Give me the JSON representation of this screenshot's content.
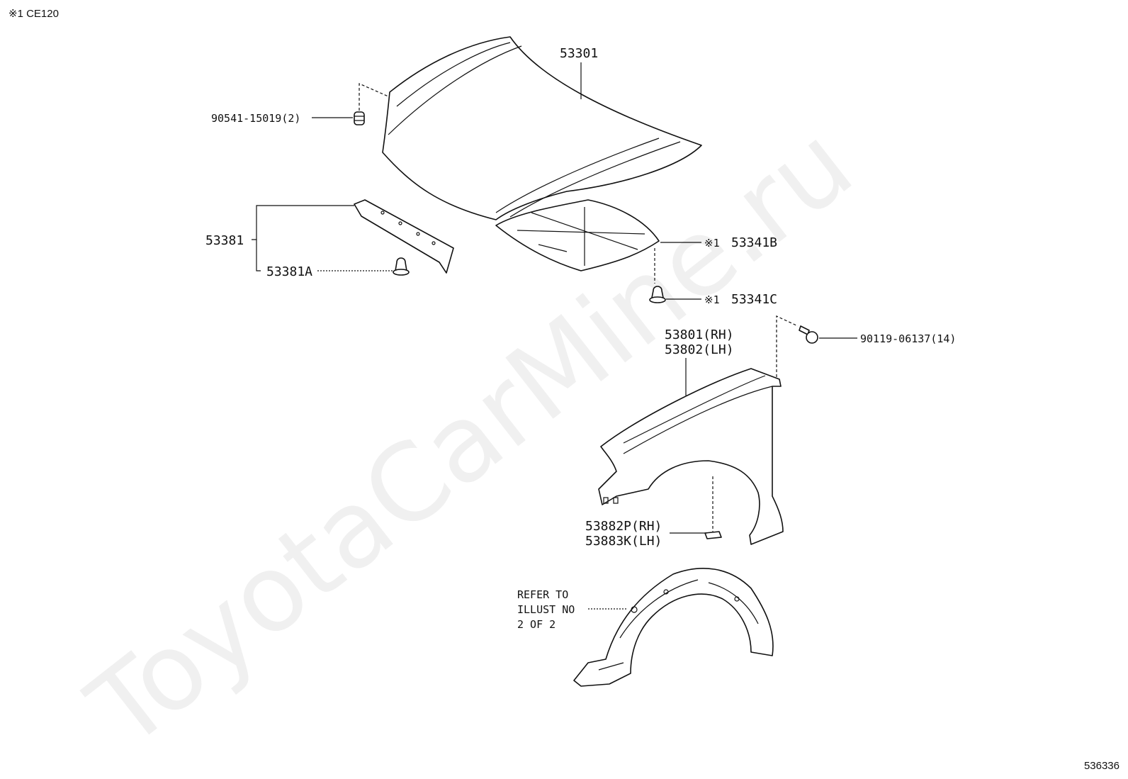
{
  "header": {
    "note": "※1 CE120"
  },
  "footer": {
    "figure_id": "536336"
  },
  "watermark": {
    "text": "ToyotaCarMine.ru"
  },
  "callouts": {
    "hood": "53301",
    "hood_cushion": "90541-15019(2)",
    "hood_seal": "53381",
    "hood_seal_clip": "53381A",
    "hood_insulator": "53341B",
    "insulator_clip": "53341C",
    "insulator_mark": "※1",
    "clip_mark": "※1",
    "fender_rh": "53801(RH)",
    "fender_lh": "53802(LH)",
    "fender_bolt": "90119-06137(14)",
    "fender_liner_rh": "53882P(RH)",
    "fender_liner_lh": "53883K(LH)",
    "refer_line1": "REFER TO",
    "refer_line2": "ILLUST NO",
    "refer_line3": "2 OF 2"
  }
}
